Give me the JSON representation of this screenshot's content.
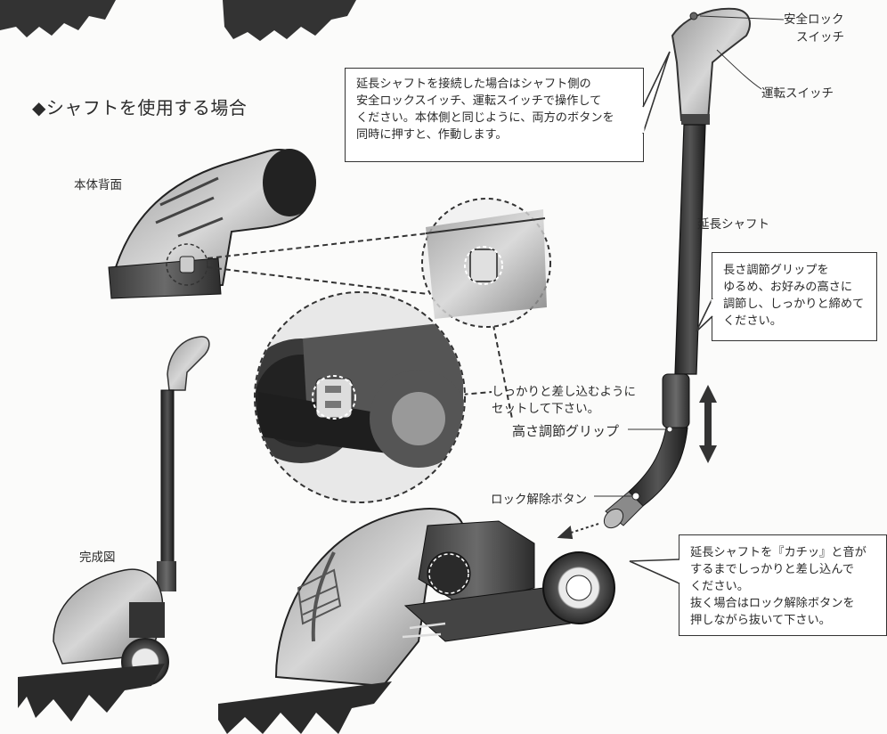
{
  "section_title": "◆シャフトを使用する場合",
  "labels": {
    "safety_lock_switch": [
      "安全ロック",
      "スイッチ"
    ],
    "run_switch": "運転スイッチ",
    "extension_shaft": "延長シャフト",
    "body_back": "本体背面",
    "height_grip": "高さ調節グリップ",
    "lock_release_button": "ロック解除ボタン",
    "completed_view": "完成図",
    "insert_firmly": [
      "しっかりと差し込むように",
      "セットして下さい。"
    ]
  },
  "callouts": {
    "top": [
      "延長シャフトを接続した場合はシャフト側の",
      "安全ロックスイッチ、運転スイッチで操作して",
      "ください。本体側と同じように、両方のボタンを",
      "同時に押すと、作動します。"
    ],
    "right": [
      "長さ調節グリップを",
      "ゆるめ、お好みの高さに",
      "調節し、しっかりと締めて",
      "ください。"
    ],
    "bottom": [
      "延長シャフトを『カチッ』と音が",
      "するまでしっかりと差し込んで",
      "ください。",
      "抜く場合はロック解除ボタンを",
      "押しながら抜いて下さい。"
    ]
  }
}
